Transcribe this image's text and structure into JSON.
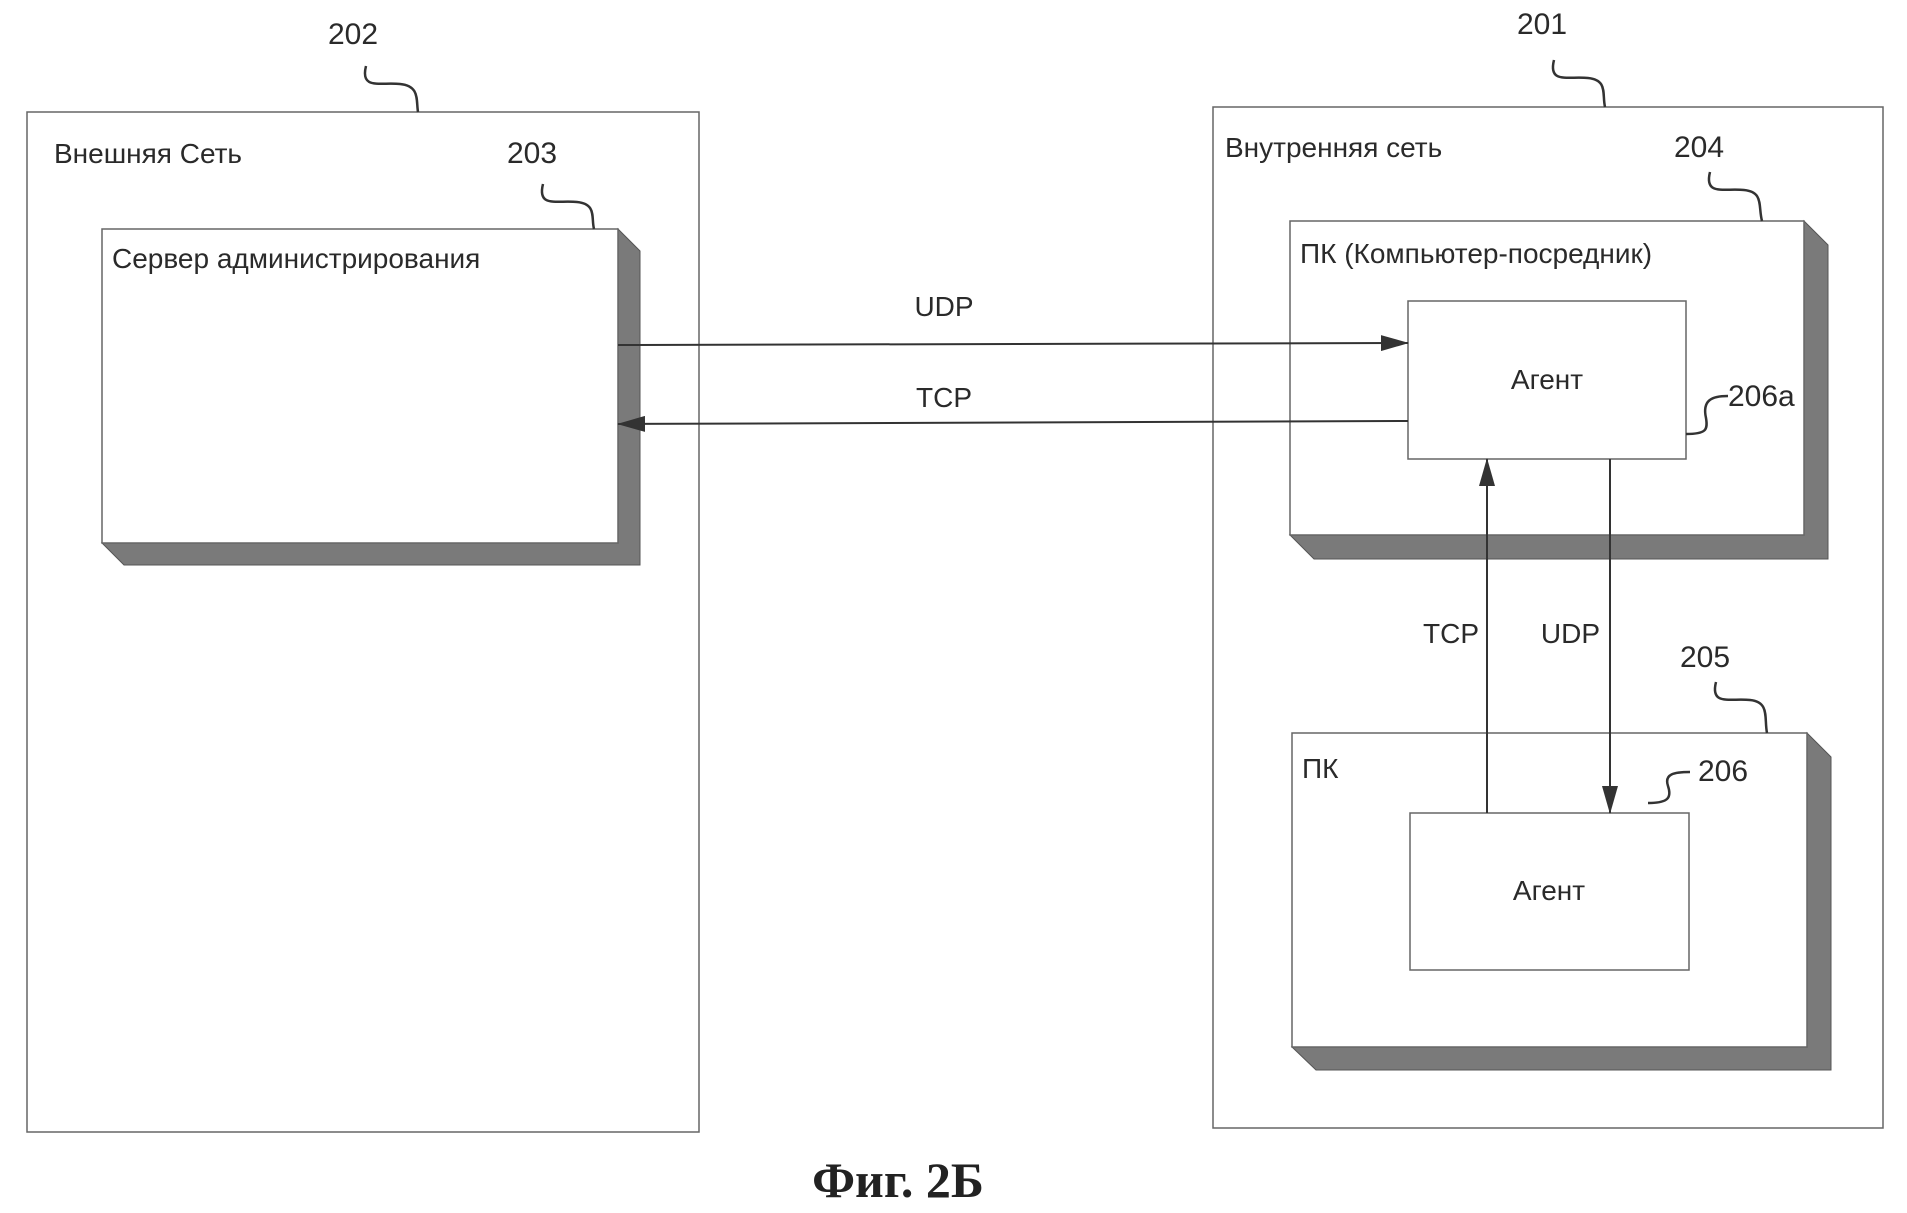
{
  "figure": {
    "caption": "Фиг. 2Б"
  },
  "external_network": {
    "ref": "202",
    "label": "Внешняя Сеть",
    "server": {
      "ref": "203",
      "label": "Сервер администрирования"
    }
  },
  "internal_network": {
    "ref": "201",
    "label": "Внутренняя сеть",
    "proxy_pc": {
      "ref": "204",
      "label": "ПК (Компьютер-посредник)",
      "agent": {
        "ref": "206a",
        "label": "Агент"
      }
    },
    "pc": {
      "ref": "205",
      "label": "ПК",
      "agent": {
        "ref": "206",
        "label": "Агент"
      }
    }
  },
  "connections": {
    "server_to_proxy": "UDP",
    "proxy_to_server": "TCP",
    "pc_to_proxy": "TCP",
    "proxy_to_pc": "UDP"
  },
  "colors": {
    "line": "#333333",
    "border": "#555555",
    "shadow": "#7a7a7a"
  }
}
